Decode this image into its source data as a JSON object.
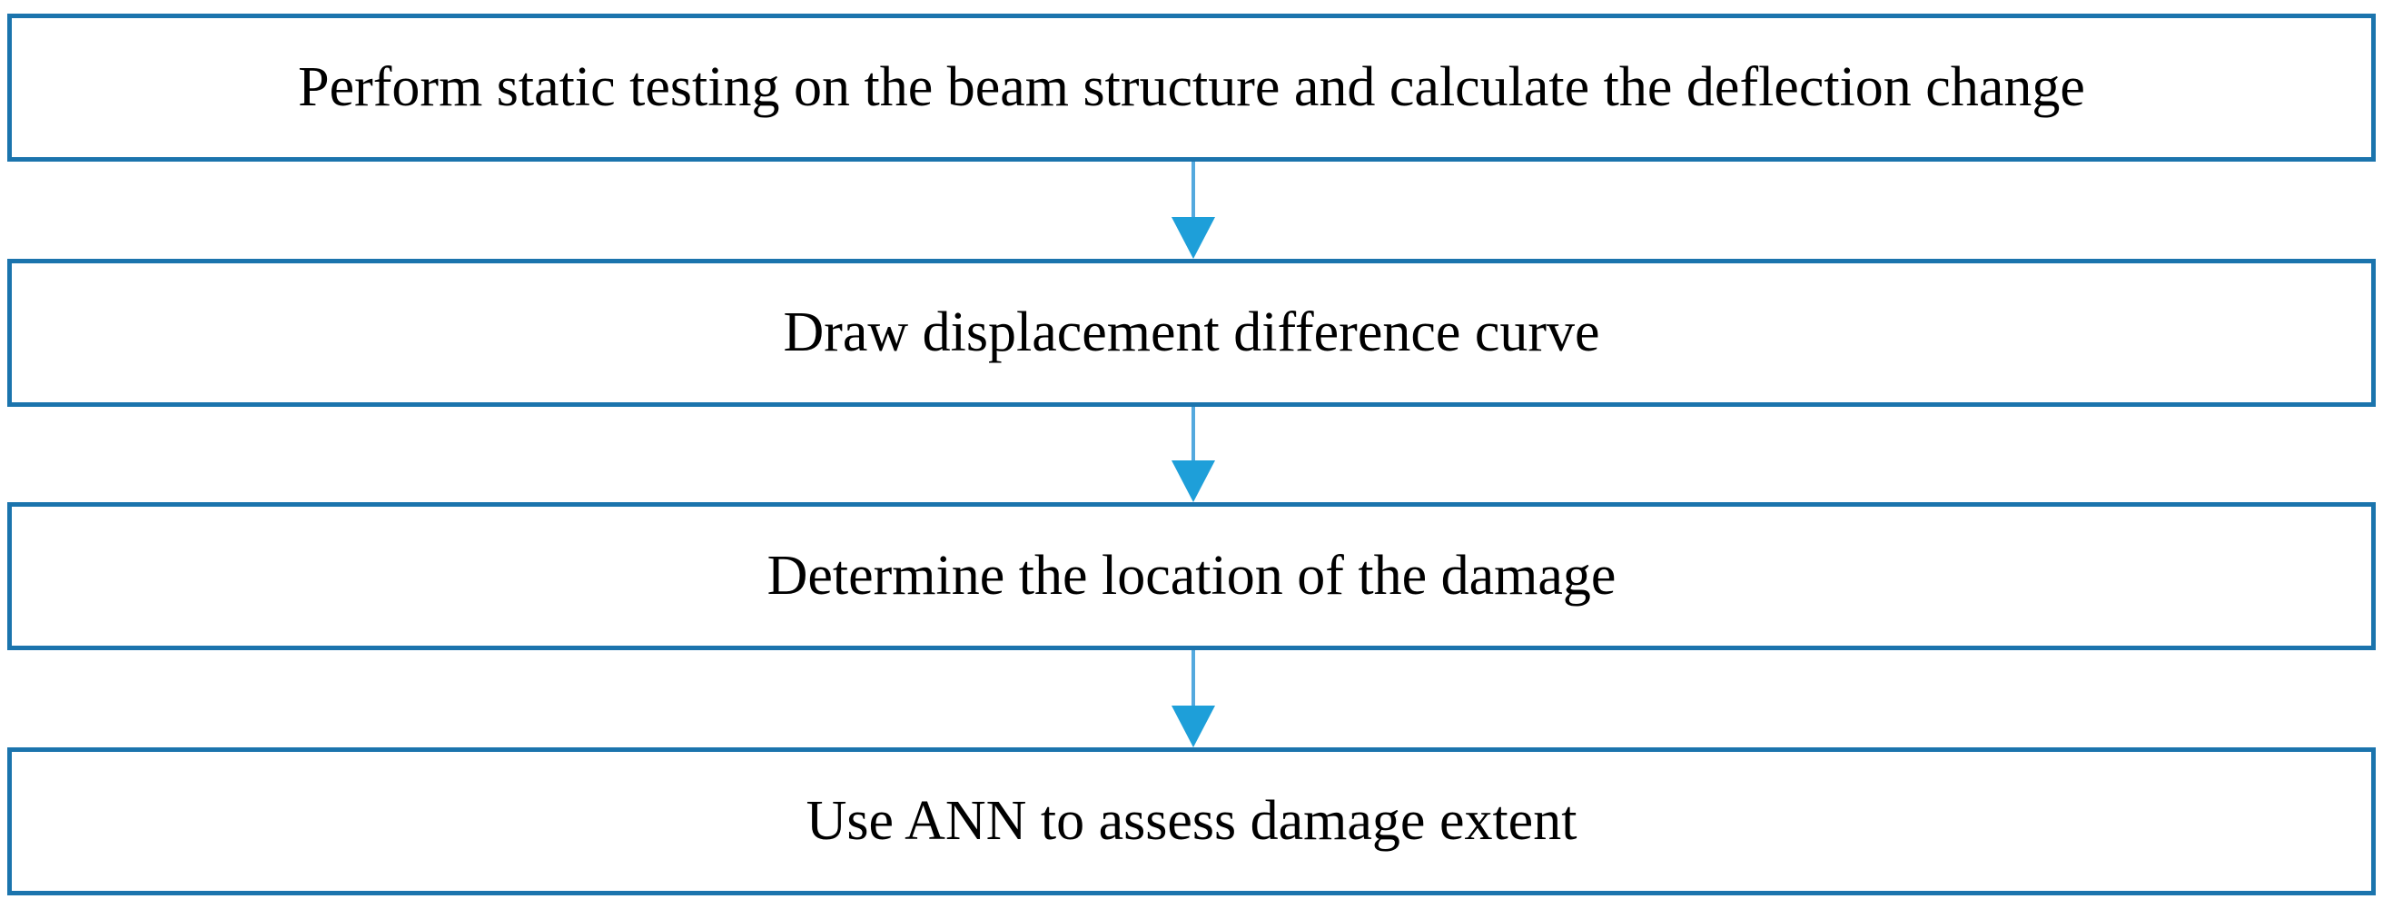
{
  "flowchart": {
    "type": "vertical-process-flow",
    "steps": [
      {
        "label": "Perform static testing on the beam structure and calculate the deflection change"
      },
      {
        "label": "Draw displacement difference curve"
      },
      {
        "label": "Determine the location of the damage"
      },
      {
        "label": "Use ANN to assess damage extent"
      }
    ],
    "connectors": [
      {
        "from": 1,
        "to": 2,
        "type": "down-arrow"
      },
      {
        "from": 2,
        "to": 3,
        "type": "down-arrow"
      },
      {
        "from": 3,
        "to": 4,
        "type": "down-arrow"
      }
    ]
  },
  "colors": {
    "box_border": "#1B74AD",
    "box_background": "#FFFFFF",
    "arrow_head": "#1E9FD9",
    "arrow_stem": "#54A9DE",
    "text": "#000000"
  }
}
